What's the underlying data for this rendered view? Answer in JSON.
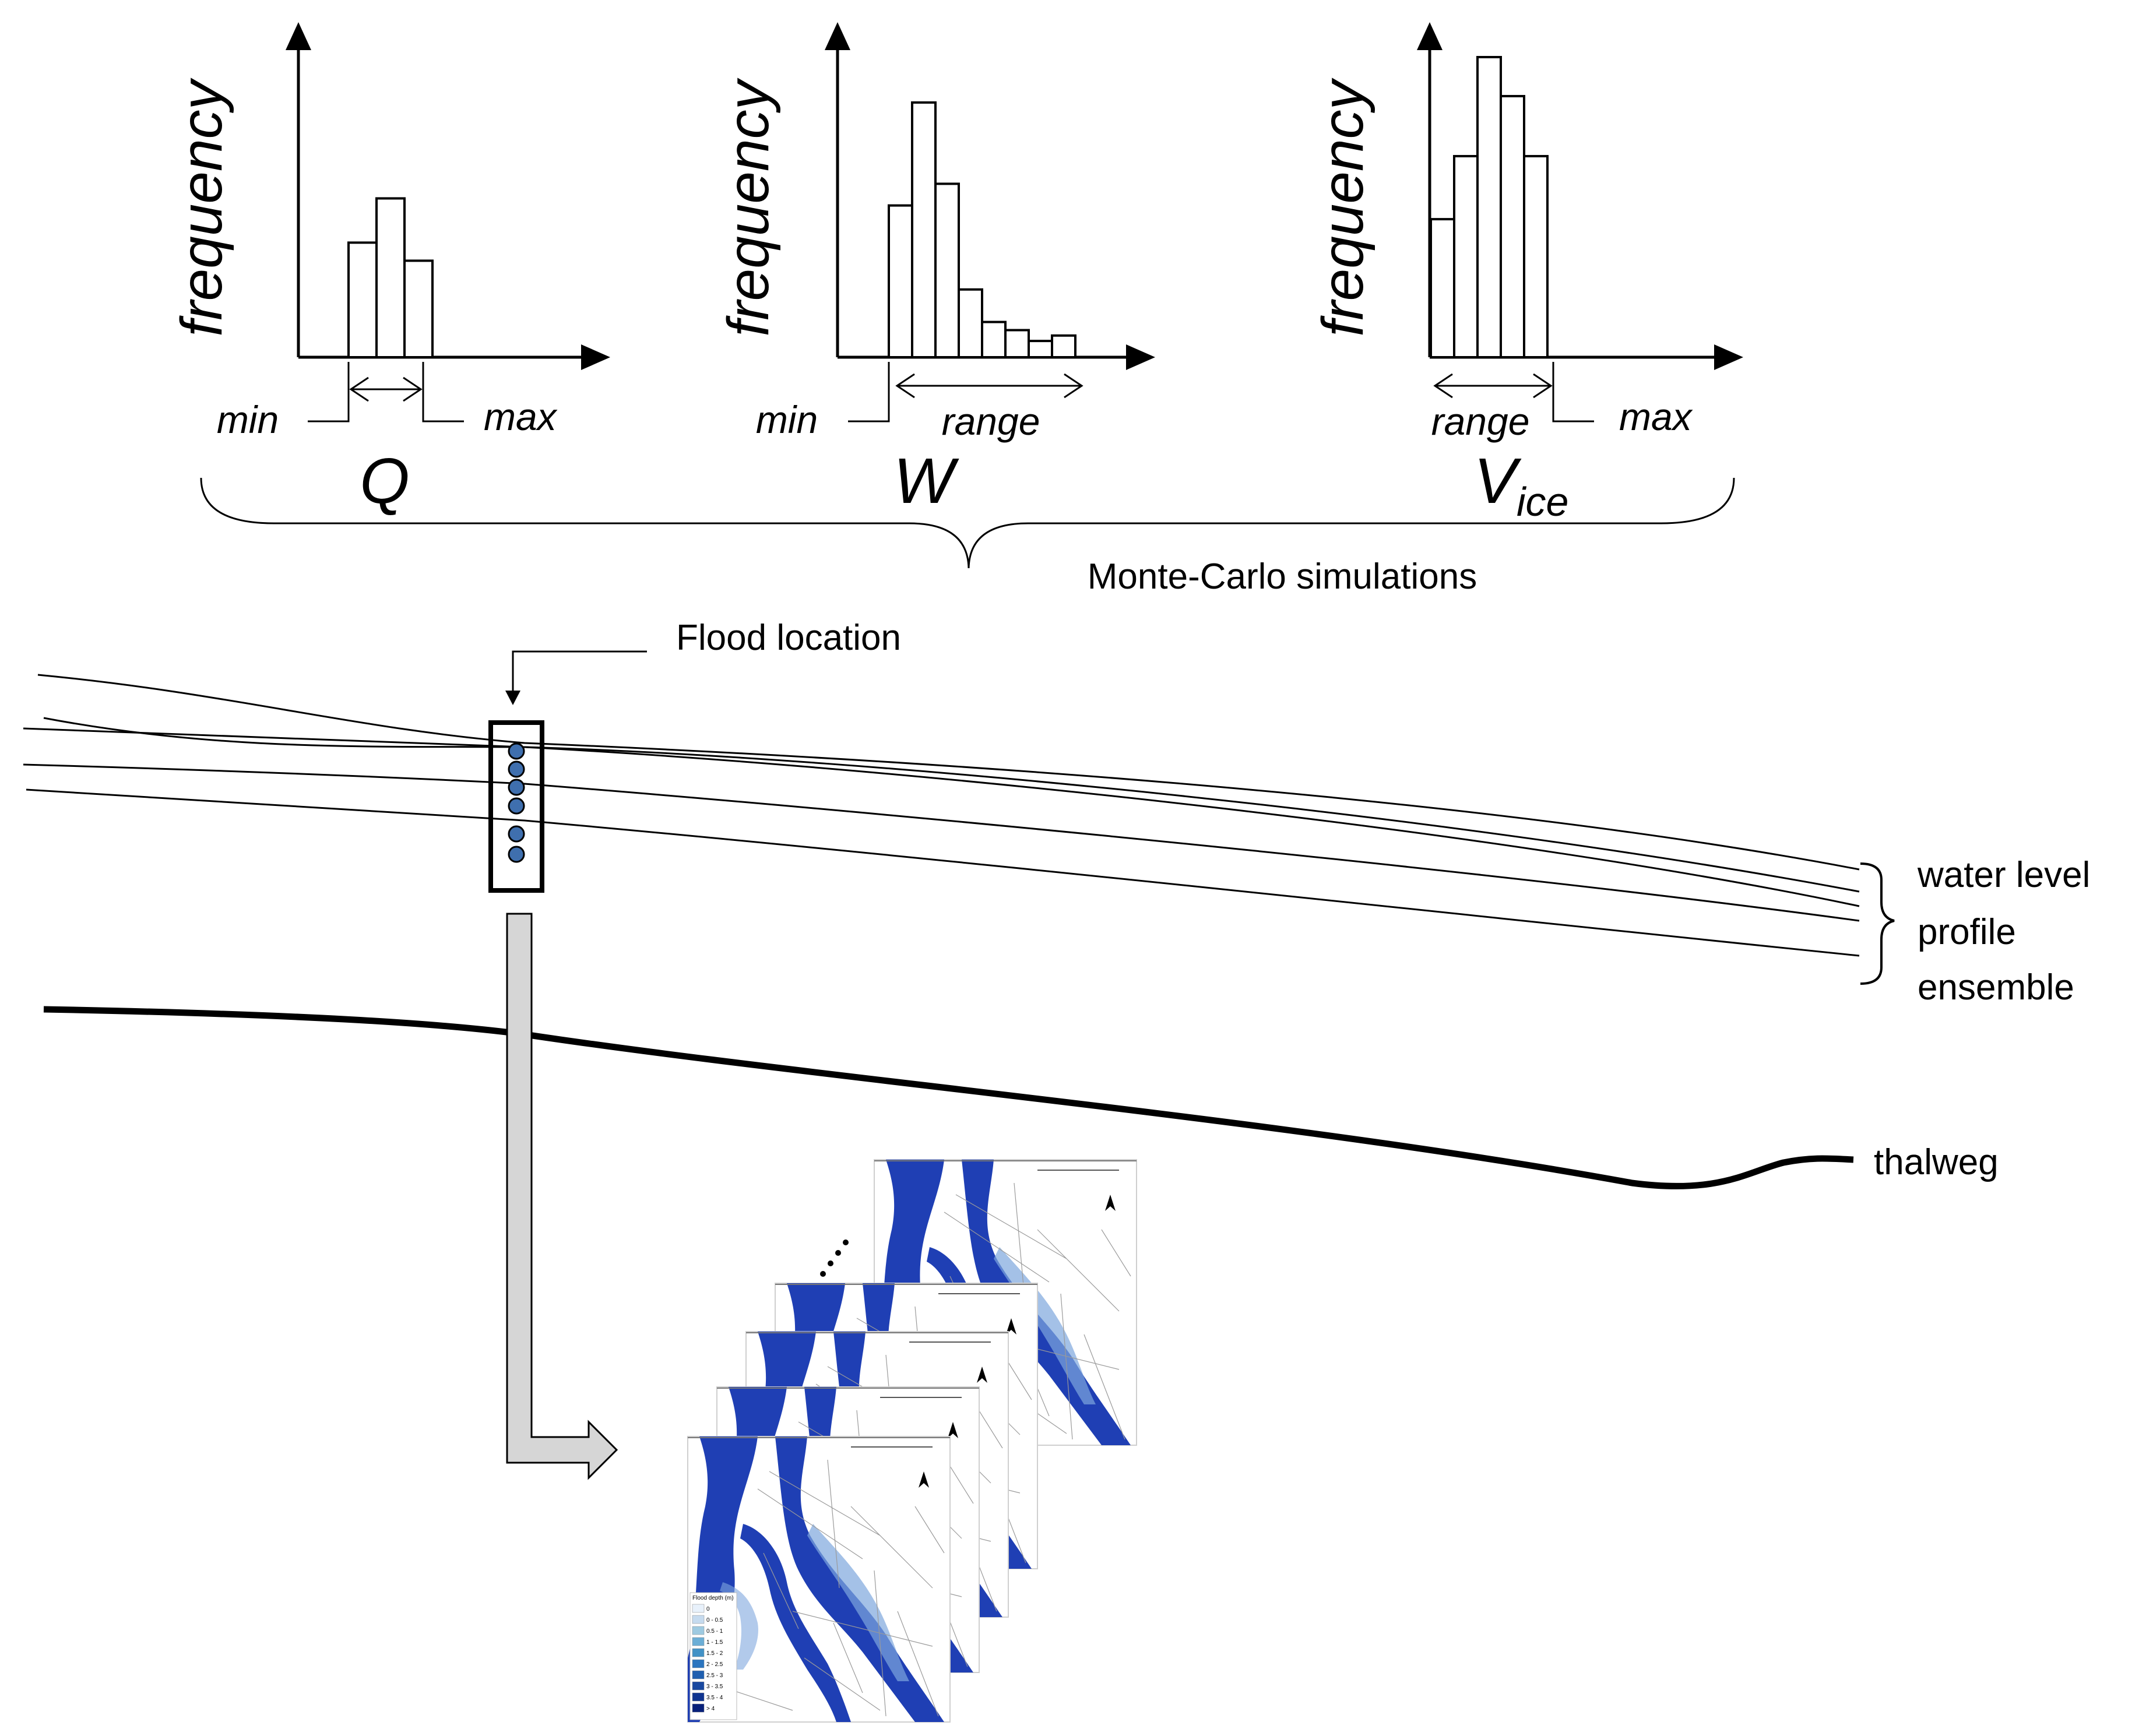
{
  "histograms": [
    {
      "ylabel": "frequency",
      "variable": "Q",
      "variable_sub": "",
      "bars": [
        0.57,
        0.79,
        0.48
      ],
      "left_label": "min",
      "right_label": "max",
      "mid_label": ""
    },
    {
      "ylabel": "frequency",
      "variable": "W",
      "variable_sub": "",
      "bars": [
        0.56,
        0.94,
        0.64,
        0.25,
        0.13,
        0.1,
        0.06,
        0.08
      ],
      "left_label": "min",
      "right_label": "",
      "mid_label": "range"
    },
    {
      "ylabel": "frequency",
      "variable": "V",
      "variable_sub": "ice",
      "bars": [
        0.46,
        0.67,
        1.0,
        0.87,
        0.67
      ],
      "left_label": "",
      "right_label": "max",
      "mid_label": "range"
    }
  ],
  "brace_label": "Monte-Carlo simulations",
  "flood_location_label": "Flood location",
  "ensemble_label_lines": [
    "water level",
    "profile",
    "ensemble"
  ],
  "thalweg_label": "thalweg",
  "map_legend": {
    "title": "Flood depth (m)",
    "classes": [
      "0",
      "0 - 0.5",
      "0.5 - 1",
      "1 - 1.5",
      "1.5 - 2",
      "2 - 2.5",
      "2.5 - 3",
      "3 - 3.5",
      "3.5 - 4",
      "> 4"
    ],
    "colors": [
      "#e8f1fb",
      "#c6dbef",
      "#9ecae1",
      "#6baed6",
      "#4292c6",
      "#2b75bf",
      "#1f5fb0",
      "#1848a0",
      "#0f3490",
      "#08207a"
    ]
  },
  "colors": {
    "water": "#1f3fb4",
    "water_light": "#7ea6dd",
    "point_fill": "#3f6fae",
    "arrow_fill": "#d6d6d6"
  }
}
